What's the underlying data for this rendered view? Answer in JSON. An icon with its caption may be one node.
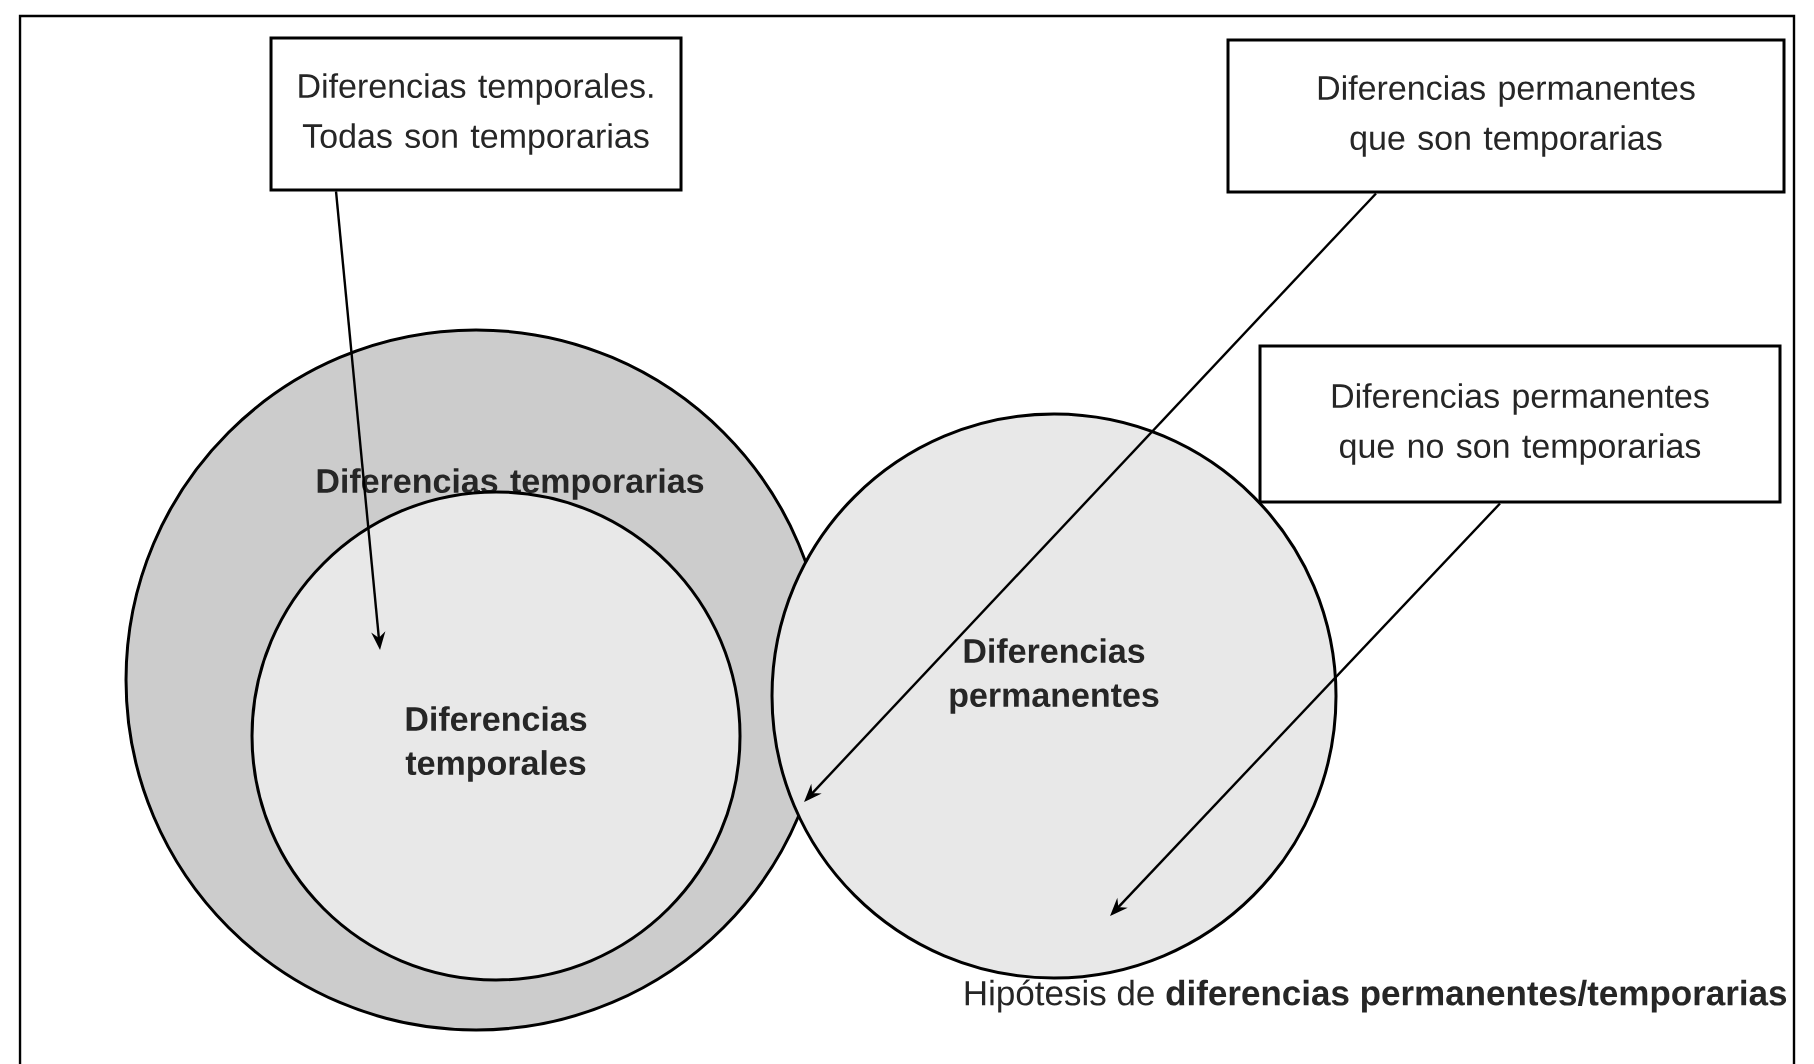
{
  "diagram": {
    "caption": "Hipótesis de **diferencias permanentes/temporarias**",
    "nodes": [
      {
        "text": [
          "Diferencias temporarias"
        ]
      },
      {
        "text": [
          "Diferencias temporales"
        ],
        "in": 0
      },
      {
        "text": [
          "Diferencias permanentes"
        ]
      },
      {
        "text": [
          "Diferencias temporales. Todas son temporarias"
        ]
      },
      {
        "text": [
          "Diferencias permanentes que son temporarias"
        ]
      },
      {
        "text": [
          "Diferencias permanentes que no son temporarias"
        ]
      }
    ],
    "edges": [
      {
        "from": 3,
        "to": 1,
        "arrow": "to"
      },
      {
        "from": 4,
        "to": 2,
        "arrow": "to"
      },
      {
        "from": 5,
        "to": 2,
        "arrow": "to"
      }
    ]
  }
}
